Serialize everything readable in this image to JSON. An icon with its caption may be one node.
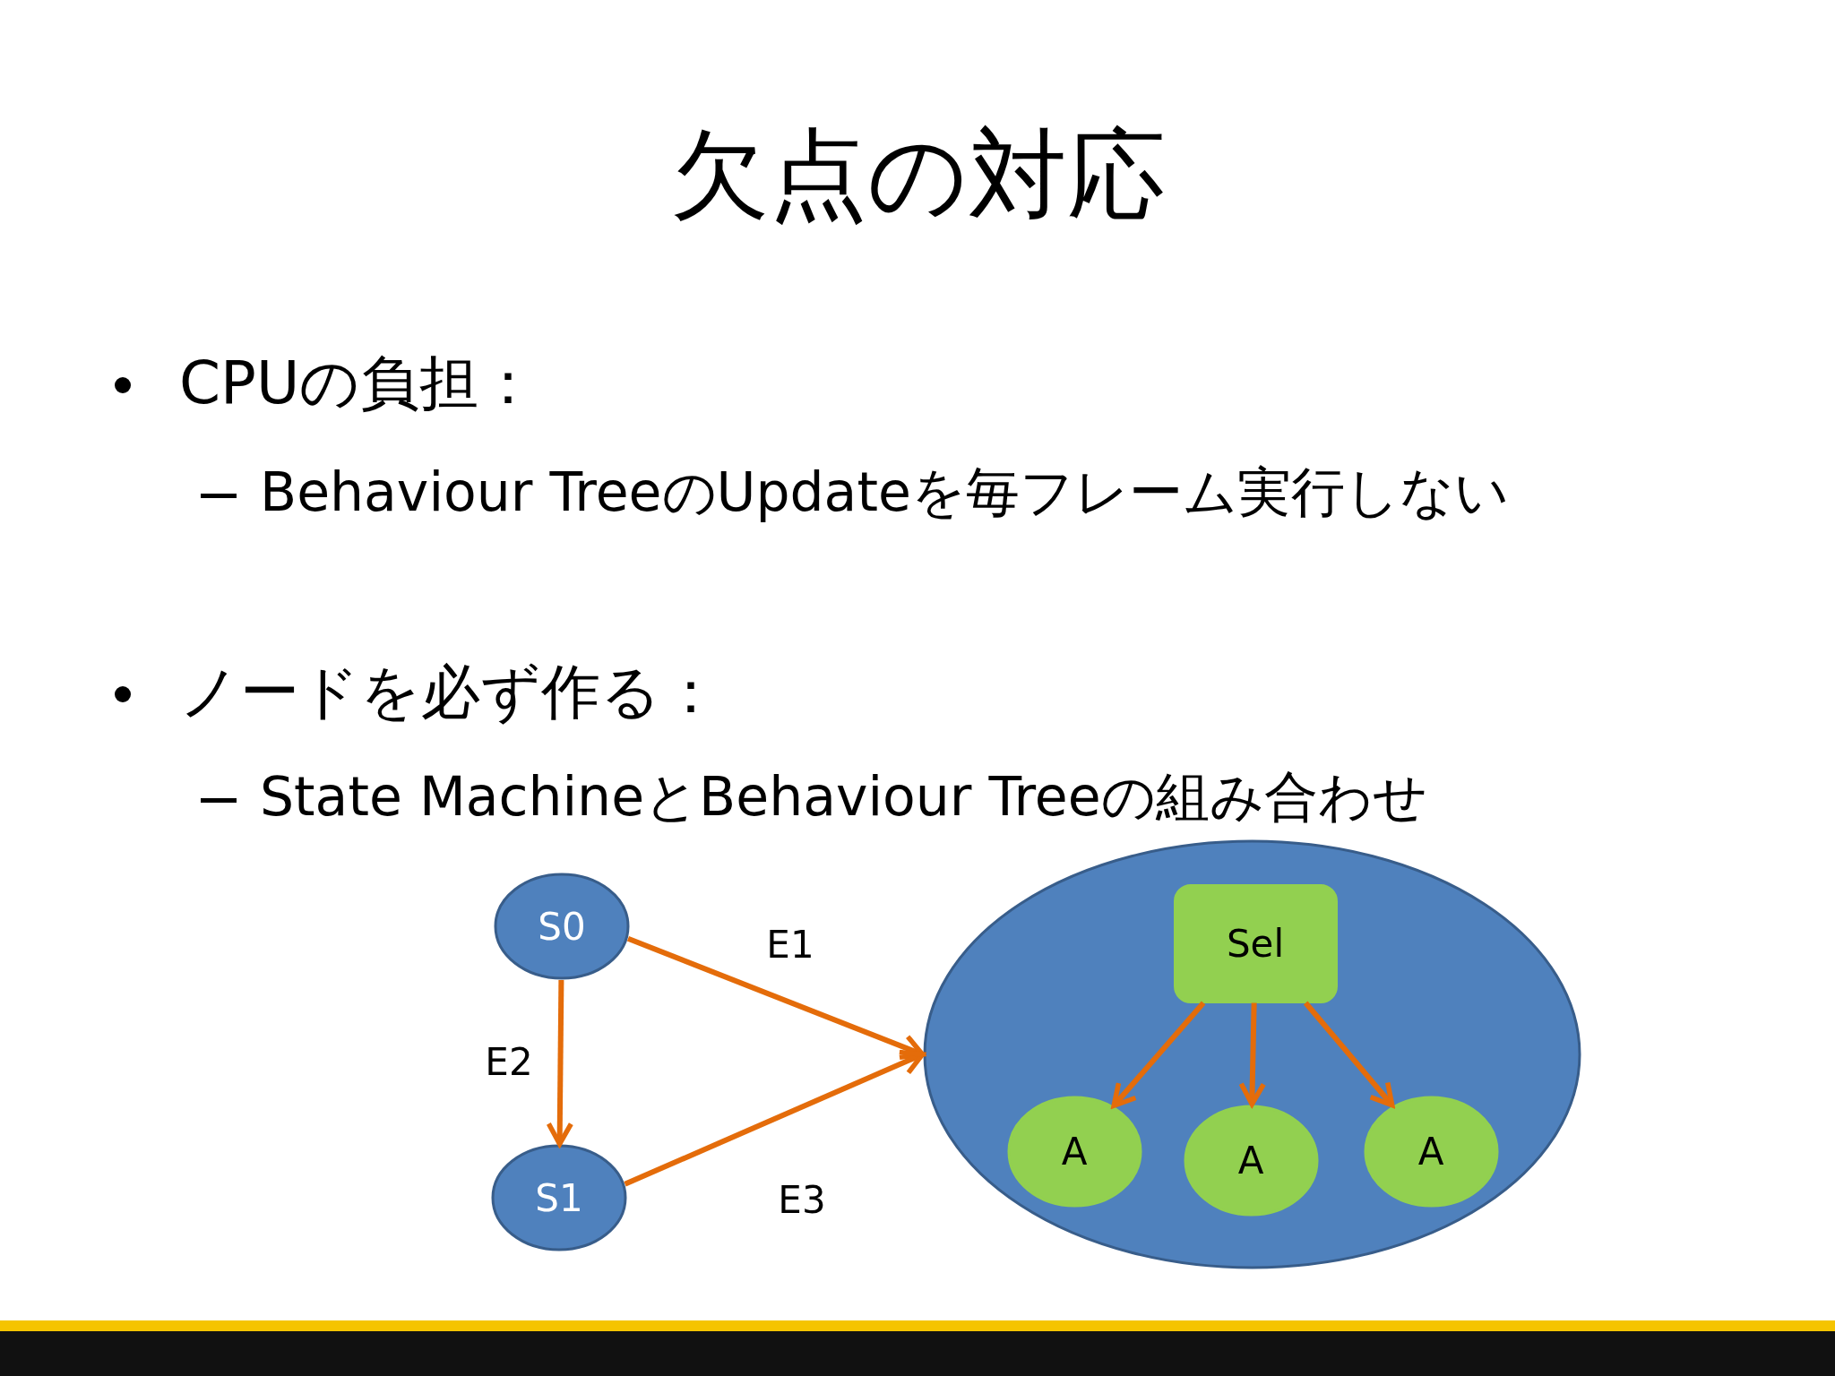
{
  "diagram": {
    "title": "欠点の対応",
    "nodes": [
      {
        "text": [
          "S0"
        ]
      },
      {
        "text": [
          "S1"
        ]
      },
      {
        "text": [],
        "shape": "ellipse"
      },
      {
        "text": [
          "Sel"
        ],
        "in": 2
      },
      {
        "text": [
          "A"
        ],
        "in": 2
      },
      {
        "text": [
          "A"
        ],
        "in": 2
      },
      {
        "text": [
          "A"
        ],
        "in": 2
      }
    ],
    "edges": [
      {
        "from": 0,
        "to": 2,
        "arrow": "to",
        "label": "E1"
      },
      {
        "from": 0,
        "to": 1,
        "arrow": "to",
        "label": "E2"
      },
      {
        "from": 1,
        "to": 2,
        "arrow": "to",
        "label": "E3"
      },
      {
        "from": 3,
        "to": 4,
        "arrow": "to"
      },
      {
        "from": 3,
        "to": 5,
        "arrow": "to"
      },
      {
        "from": 3,
        "to": 6,
        "arrow": "to"
      }
    ],
    "labels": [
      "CPUの負担：",
      "Behaviour TreeのUpdateを毎フレーム実行しない",
      "ノードを必ず作る：",
      "State MachineとBehaviour Treeの組み合わせ"
    ]
  }
}
